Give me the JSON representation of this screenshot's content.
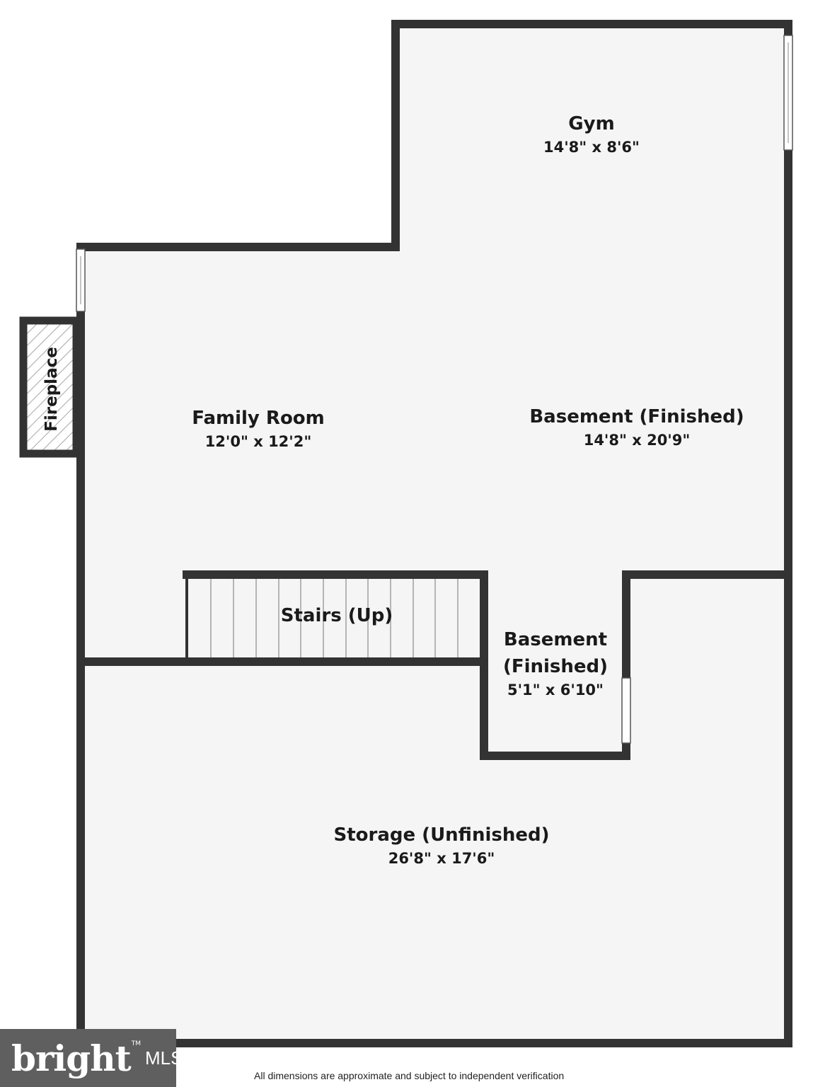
{
  "rooms": {
    "gym": {
      "name": "Gym",
      "dim": "14'8\" x 8'6\""
    },
    "family_room": {
      "name": "Family Room",
      "dim": "12'0\" x 12'2\""
    },
    "basement_main": {
      "name": "Basement (Finished)",
      "dim": "14'8\" x 20'9\""
    },
    "stairs": {
      "name": "Stairs (Up)"
    },
    "basement_small": {
      "name_line1": "Basement",
      "name_line2": "(Finished)",
      "dim": "5'1\" x 6'10\""
    },
    "storage": {
      "name": "Storage (Unfinished)",
      "dim": "26'8\" x 17'6\""
    },
    "fireplace": {
      "name": "Fireplace"
    }
  },
  "logo": {
    "brand": "bright",
    "tm": "TM",
    "suffix": "MLS"
  },
  "disclaimer": "All dimensions are approximate and subject to independent verification",
  "colors": {
    "wall": "#333333",
    "floor": "#f5f5f5",
    "logo_bg": "#5f5f5f"
  }
}
